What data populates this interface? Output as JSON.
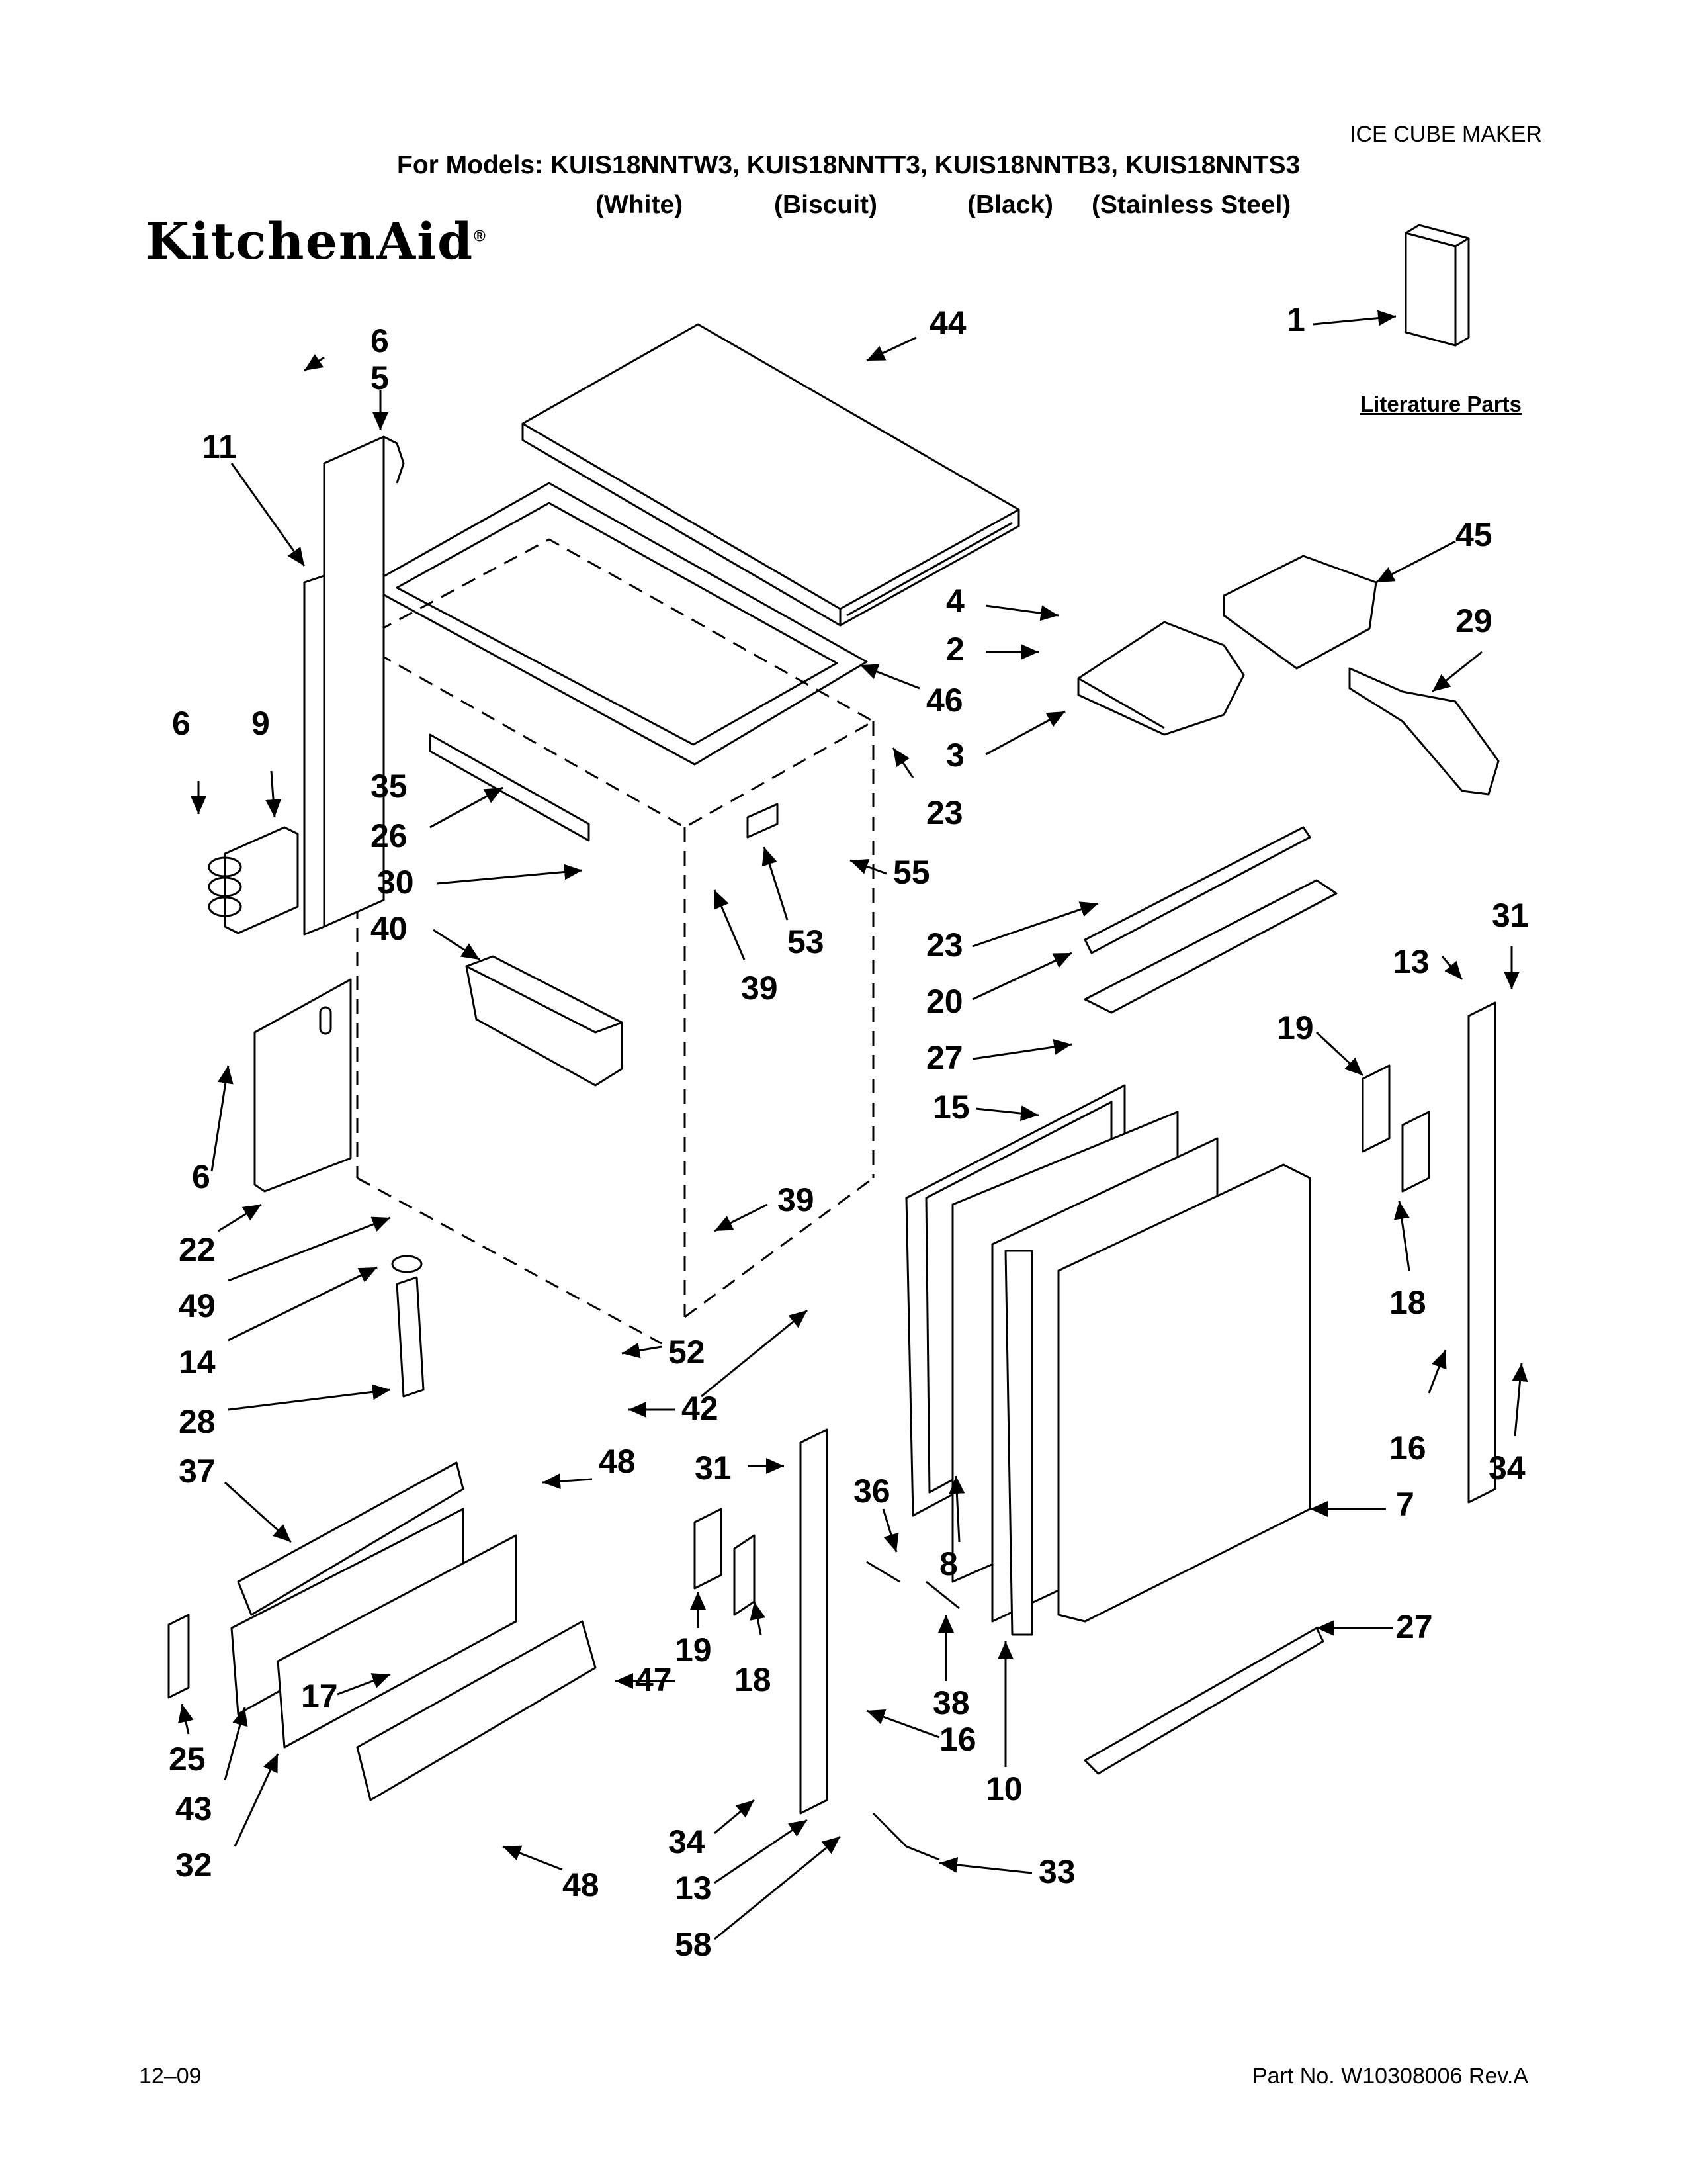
{
  "header": {
    "category": "ICE CUBE MAKER",
    "models_line": "For Models: KUIS18NNTW3, KUIS18NNTT3, KUIS18NNTB3, KUIS18NNTS3",
    "variants": [
      "(White)",
      "(Biscuit)",
      "(Black)",
      "(Stainless Steel)"
    ],
    "brand": "KitchenAid",
    "brand_mark": "®"
  },
  "literature": {
    "label": "Literature Parts",
    "part": "1"
  },
  "parts": [
    "6",
    "5",
    "11",
    "44",
    "1",
    "45",
    "29",
    "4",
    "2",
    "3",
    "46",
    "23",
    "35",
    "26",
    "30",
    "55",
    "53",
    "39",
    "40",
    "6",
    "9",
    "6",
    "22",
    "49",
    "14",
    "28",
    "52",
    "42",
    "39",
    "23",
    "20",
    "27",
    "15",
    "19",
    "13",
    "31",
    "18",
    "16",
    "34",
    "37",
    "48",
    "31",
    "36",
    "8",
    "7",
    "25",
    "43",
    "32",
    "17",
    "47",
    "19",
    "18",
    "38",
    "10",
    "27",
    "16",
    "34",
    "13",
    "58",
    "48",
    "33"
  ],
  "footer": {
    "date": "12–09",
    "part_number": "Part No. W10308006 Rev.A"
  }
}
